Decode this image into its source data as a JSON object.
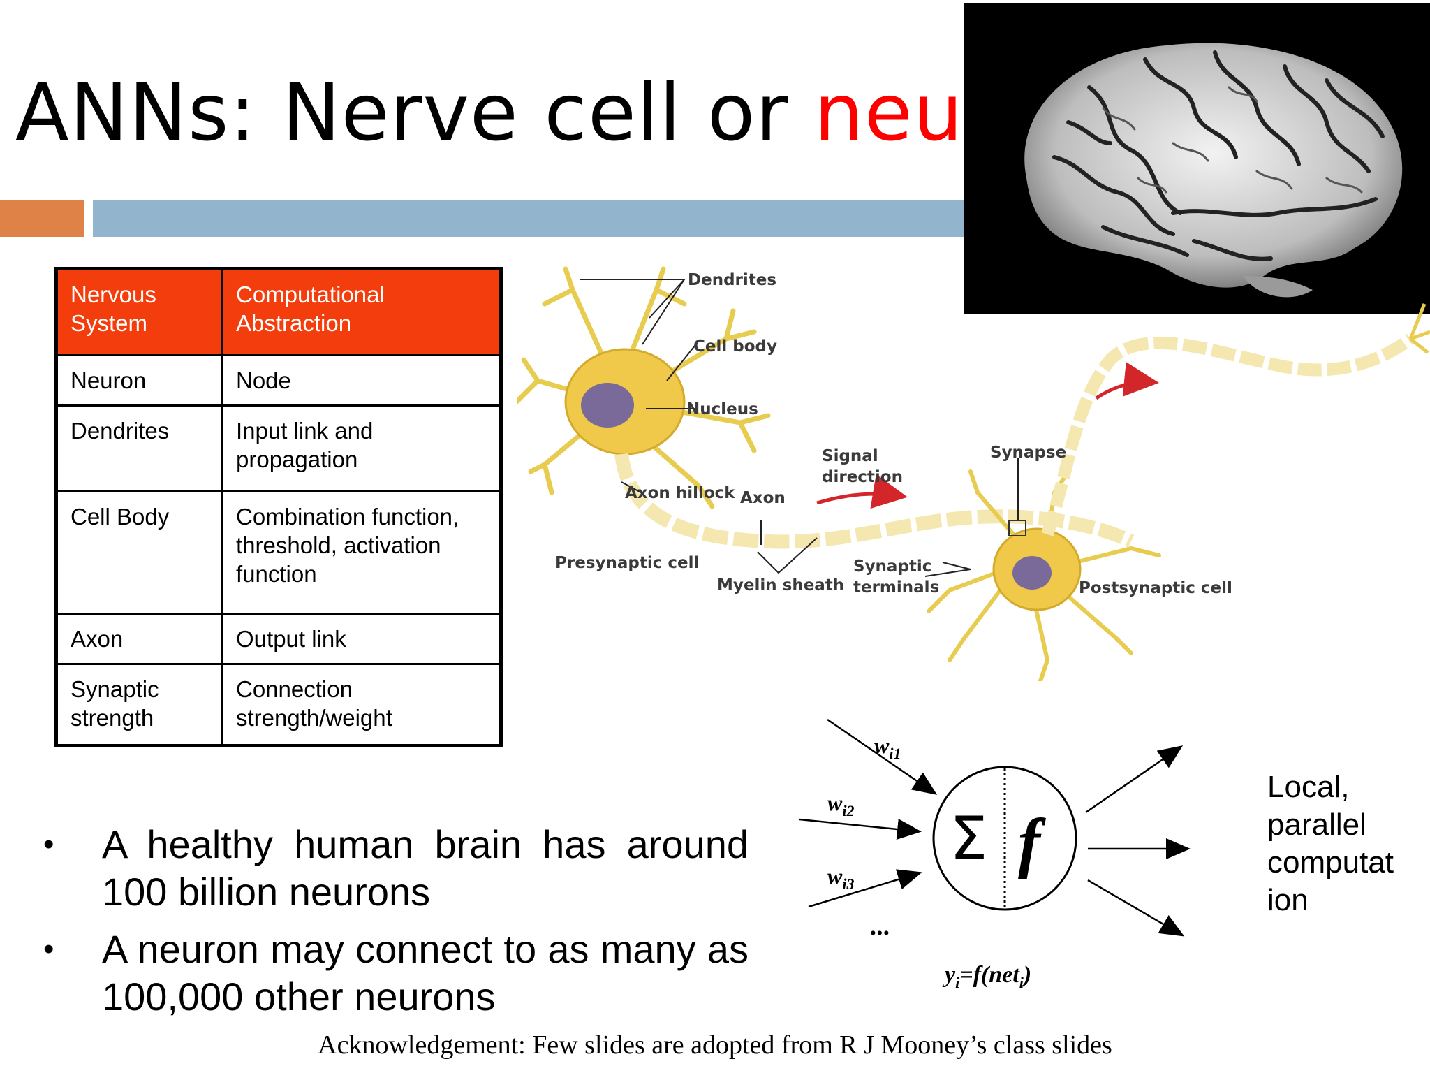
{
  "title": {
    "main": "ANNs: Nerve cell or ",
    "accent": "neuron"
  },
  "table": {
    "headers": [
      "Nervous System",
      "Computational Abstraction"
    ],
    "rows": [
      [
        "Neuron",
        "Node"
      ],
      [
        "Dendrites",
        "Input link and propagation"
      ],
      [
        "Cell Body",
        "Combination function, threshold, activation function"
      ],
      [
        "Axon",
        "Output link"
      ],
      [
        "Synaptic strength",
        "Connection strength/weight"
      ]
    ]
  },
  "bullets": [
    {
      "marker": "•",
      "text": "A healthy human brain has around 100 billion neurons"
    },
    {
      "marker": "•",
      "text": "A neuron may connect to as many as 100,000 other neurons"
    }
  ],
  "neuron_labels": {
    "dendrites": "Dendrites",
    "cell_body": "Cell body",
    "nucleus": "Nucleus",
    "axon_hillock": "Axon hillock",
    "axon": "Axon",
    "signal_1": "Signal",
    "signal_2": "direction",
    "synapse": "Synapse",
    "presynaptic": "Presynaptic cell",
    "myelin": "Myelin sheath",
    "synaptic_1": "Synaptic",
    "synaptic_2": "terminals",
    "postsynaptic": "Postsynaptic cell"
  },
  "unit": {
    "w1": "w",
    "w1_sub": "i1",
    "w2": "w",
    "w2_sub": "i2",
    "w3": "w",
    "w3_sub": "i3",
    "ellipsis": "...",
    "sigma": "Σ",
    "f": "f",
    "formula_y": "y",
    "formula_y_sub": "i",
    "formula_mid": "=f(net",
    "formula_net_sub": "i",
    "formula_end": ")"
  },
  "side_note": "Local, parallel computat ion",
  "acknowledgement": "Acknowledgement: Few slides are adopted from R J Mooney’s class slides",
  "colors": {
    "accent": "#ff0000",
    "header": "#f33d0c",
    "orange_bar": "#de8248",
    "blue_bar": "#93b4cd"
  }
}
